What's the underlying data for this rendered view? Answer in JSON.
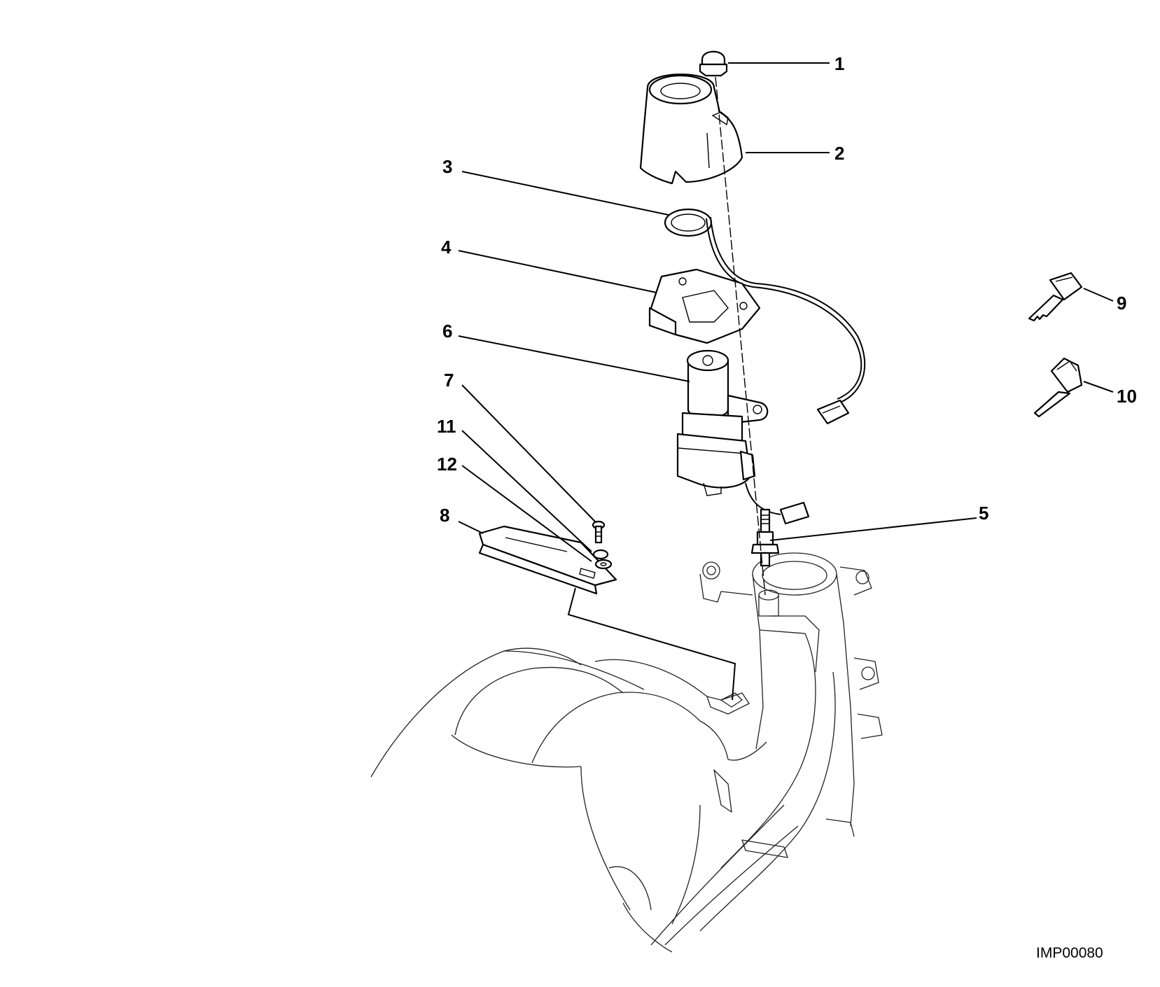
{
  "diagram": {
    "reference_code": "IMP00080",
    "callouts": [
      {
        "id": "1",
        "label": "1"
      },
      {
        "id": "2",
        "label": "2"
      },
      {
        "id": "3",
        "label": "3"
      },
      {
        "id": "4",
        "label": "4"
      },
      {
        "id": "5",
        "label": "5"
      },
      {
        "id": "6",
        "label": "6"
      },
      {
        "id": "7",
        "label": "7"
      },
      {
        "id": "8",
        "label": "8"
      },
      {
        "id": "9",
        "label": "9"
      },
      {
        "id": "10",
        "label": "10"
      },
      {
        "id": "11",
        "label": "11"
      },
      {
        "id": "12",
        "label": "12"
      }
    ]
  }
}
